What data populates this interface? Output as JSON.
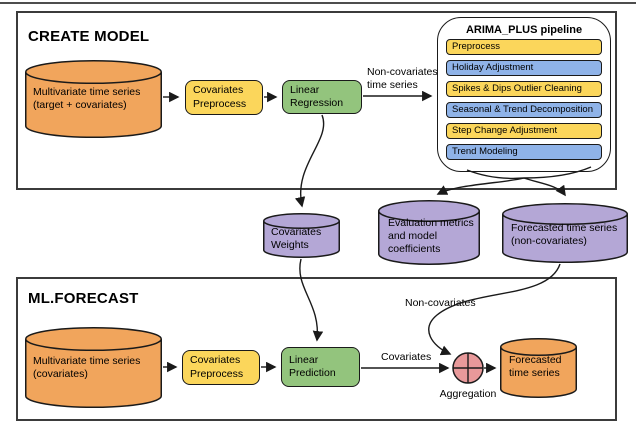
{
  "create_model": {
    "title": "CREATE MODEL",
    "input_cylinder": "Multivariate time series\n(target + covariates)",
    "preprocess_box": "Covariates\nPreprocess",
    "regression_box": "Linear\nRegression",
    "arrow_label": "Non-covariates\ntime series"
  },
  "pipeline": {
    "title": "ARIMA_PLUS pipeline",
    "steps": [
      {
        "label": "Preprocess",
        "color": "#FBD65B"
      },
      {
        "label": "Holiday Adjustment",
        "color": "#8FB3E8"
      },
      {
        "label": "Spikes & Dips Outlier Cleaning",
        "color": "#FBD65B"
      },
      {
        "label": "Seasonal & Trend Decomposition",
        "color": "#8FB3E8"
      },
      {
        "label": "Step Change Adjustment",
        "color": "#FBD65B"
      },
      {
        "label": "Trend Modeling",
        "color": "#8FB3E8"
      }
    ]
  },
  "artifacts": {
    "covariates_weights": "Covariates\nWeights",
    "evaluation_metrics": "Evaluation metrics\nand model\ncoefficients",
    "forecast_noncovariates": "Forecasted time series\n(non-covariates)"
  },
  "ml_forecast": {
    "title": "ML.FORECAST",
    "input_cylinder": "Multivariate time series\n(covariates)",
    "preprocess_box": "Covariates\nPreprocess",
    "prediction_box": "Linear\nPrediction",
    "covariates_label": "Covariates",
    "noncovariates_label": "Non-covariates",
    "aggregation_label": "Aggregation",
    "output_cylinder": "Forecasted\ntime series"
  },
  "colors": {
    "orange": "#F1A55C",
    "yellow": "#FBD65B",
    "green": "#93C47D",
    "purple": "#B4A7D6",
    "blue": "#8FB3E8",
    "aggregation_red": "#E8999A",
    "line": "#1a1a1a"
  }
}
